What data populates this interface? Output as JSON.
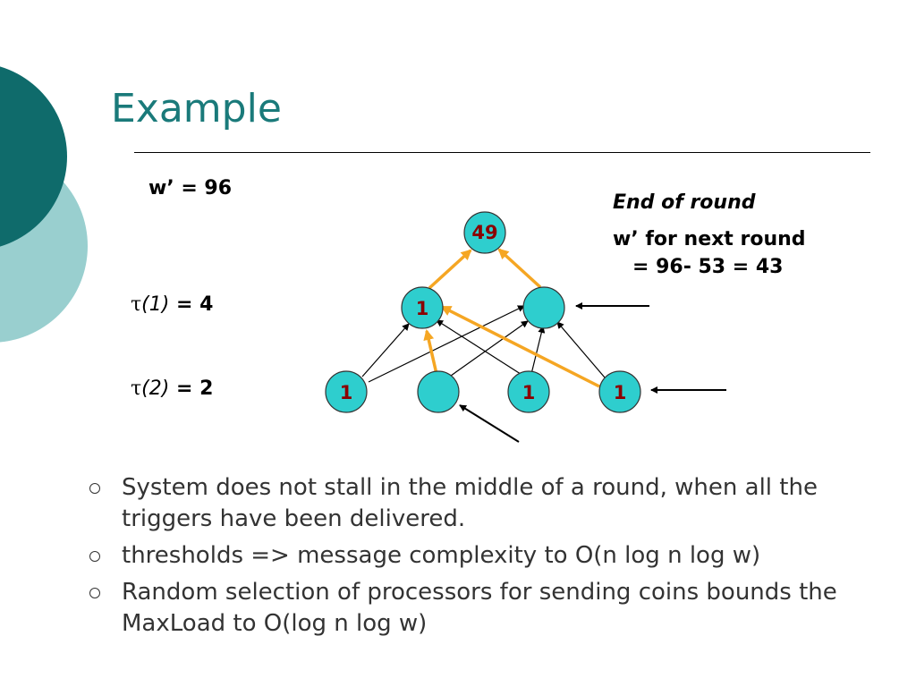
{
  "slide": {
    "title": "Example",
    "w_prime": "w’  = 96",
    "tau": "τ",
    "tau1_index": "(1)",
    "tau1_value": " = 4",
    "tau2_index": "(2)",
    "tau2_value": " = 2",
    "end_of_round": "End of round",
    "w_next_line1": "w’ for next round",
    "w_next_line2": "= 96- 53 = 43"
  },
  "diagram": {
    "nodes": {
      "root": "49",
      "mid_left": "1",
      "mid_right": "",
      "leaf1": "1",
      "leaf2": "",
      "leaf3": "1",
      "leaf4": "1"
    },
    "colors": {
      "node_fill": "#2ecece",
      "highlight_edge": "#f5a623",
      "node_text": "#8b0000"
    }
  },
  "bullets": [
    "System does not stall in the middle of a round, when all the triggers have been delivered.",
    "thresholds => message complexity to O(n log n log w)",
    "Random selection of processors for sending coins bounds the MaxLoad to O(log n log w)"
  ],
  "theme": {
    "title_color": "#1a7a7a",
    "dark_teal": "#0f6b6b",
    "light_teal": "#99cfcf"
  }
}
